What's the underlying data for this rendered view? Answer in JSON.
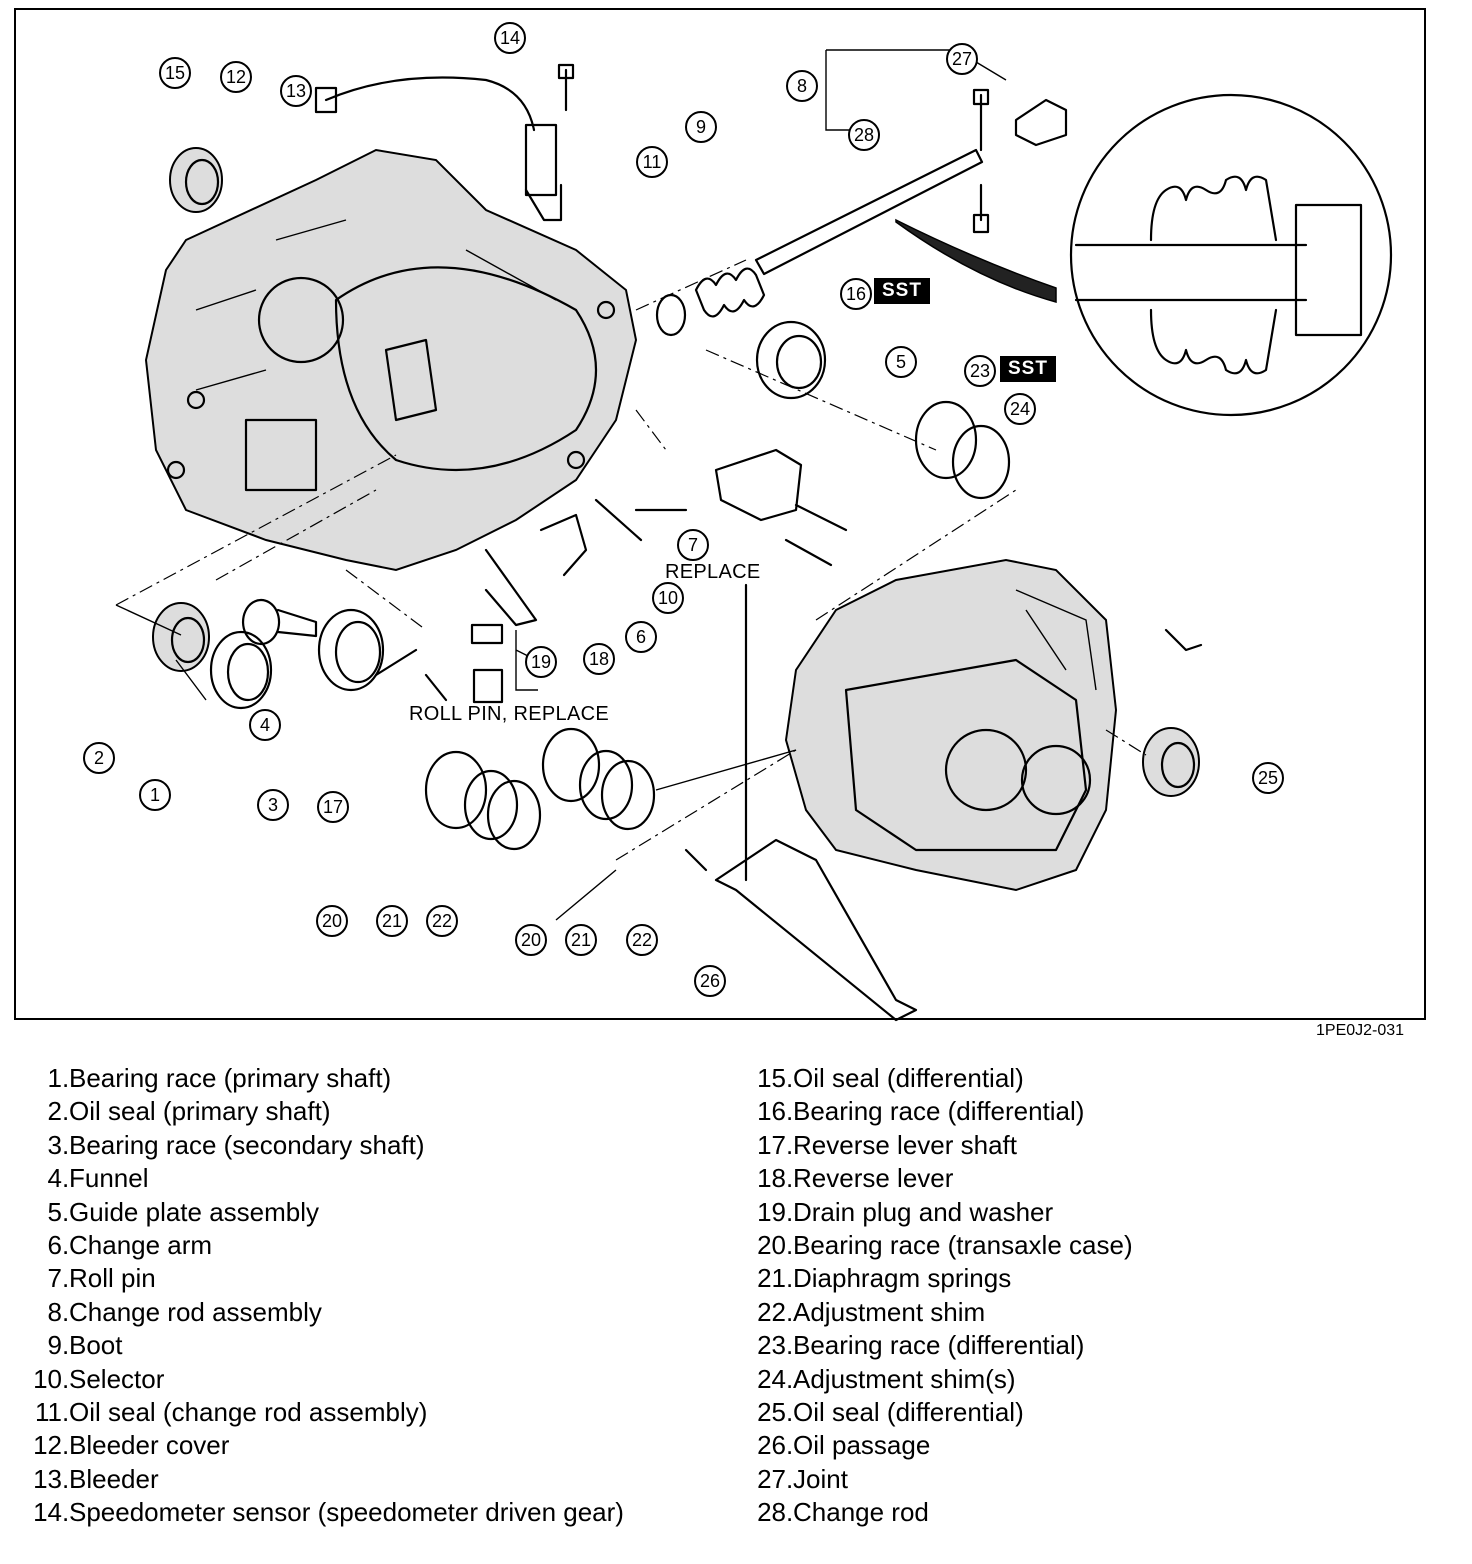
{
  "figure": {
    "code": "1PE0J2-031",
    "notes": {
      "replace": "REPLACE",
      "roll_pin_replace": "ROLL PIN, REPLACE"
    },
    "sst": "SST",
    "callouts": [
      "1",
      "2",
      "3",
      "4",
      "5",
      "6",
      "7",
      "8",
      "9",
      "10",
      "11",
      "12",
      "13",
      "14",
      "15",
      "16",
      "17",
      "18",
      "19",
      "20",
      "21",
      "22",
      "23",
      "24",
      "25",
      "26",
      "27",
      "28"
    ]
  },
  "legend": {
    "left": [
      {
        "num": "1",
        "text": "Bearing race (primary shaft)"
      },
      {
        "num": "2",
        "text": "Oil seal (primary shaft)"
      },
      {
        "num": "3",
        "text": "Bearing race (secondary shaft)"
      },
      {
        "num": "4",
        "text": "Funnel"
      },
      {
        "num": "5",
        "text": "Guide plate assembly"
      },
      {
        "num": "6",
        "text": "Change arm"
      },
      {
        "num": "7",
        "text": "Roll pin"
      },
      {
        "num": "8",
        "text": "Change rod assembly"
      },
      {
        "num": "9",
        "text": "Boot"
      },
      {
        "num": "10",
        "text": "Selector"
      },
      {
        "num": "11",
        "text": "Oil seal (change rod assembly)"
      },
      {
        "num": "12",
        "text": "Bleeder cover"
      },
      {
        "num": "13",
        "text": "Bleeder"
      },
      {
        "num": "14",
        "text": "Speedometer sensor (speedometer driven gear)"
      }
    ],
    "right": [
      {
        "num": "15",
        "text": "Oil seal (differential)"
      },
      {
        "num": "16",
        "text": "Bearing race (differential)"
      },
      {
        "num": "17",
        "text": "Reverse lever shaft"
      },
      {
        "num": "18",
        "text": "Reverse lever"
      },
      {
        "num": "19",
        "text": "Drain plug and washer"
      },
      {
        "num": "20",
        "text": "Bearing race (transaxle case)"
      },
      {
        "num": "21",
        "text": "Diaphragm springs"
      },
      {
        "num": "22",
        "text": "Adjustment shim"
      },
      {
        "num": "23",
        "text": "Bearing race (differential)"
      },
      {
        "num": "24",
        "text": "Adjustment shim(s)"
      },
      {
        "num": "25",
        "text": "Oil seal (differential)"
      },
      {
        "num": "26",
        "text": "Oil passage"
      },
      {
        "num": "27",
        "text": "Joint"
      },
      {
        "num": "28",
        "text": "Change rod"
      }
    ]
  }
}
